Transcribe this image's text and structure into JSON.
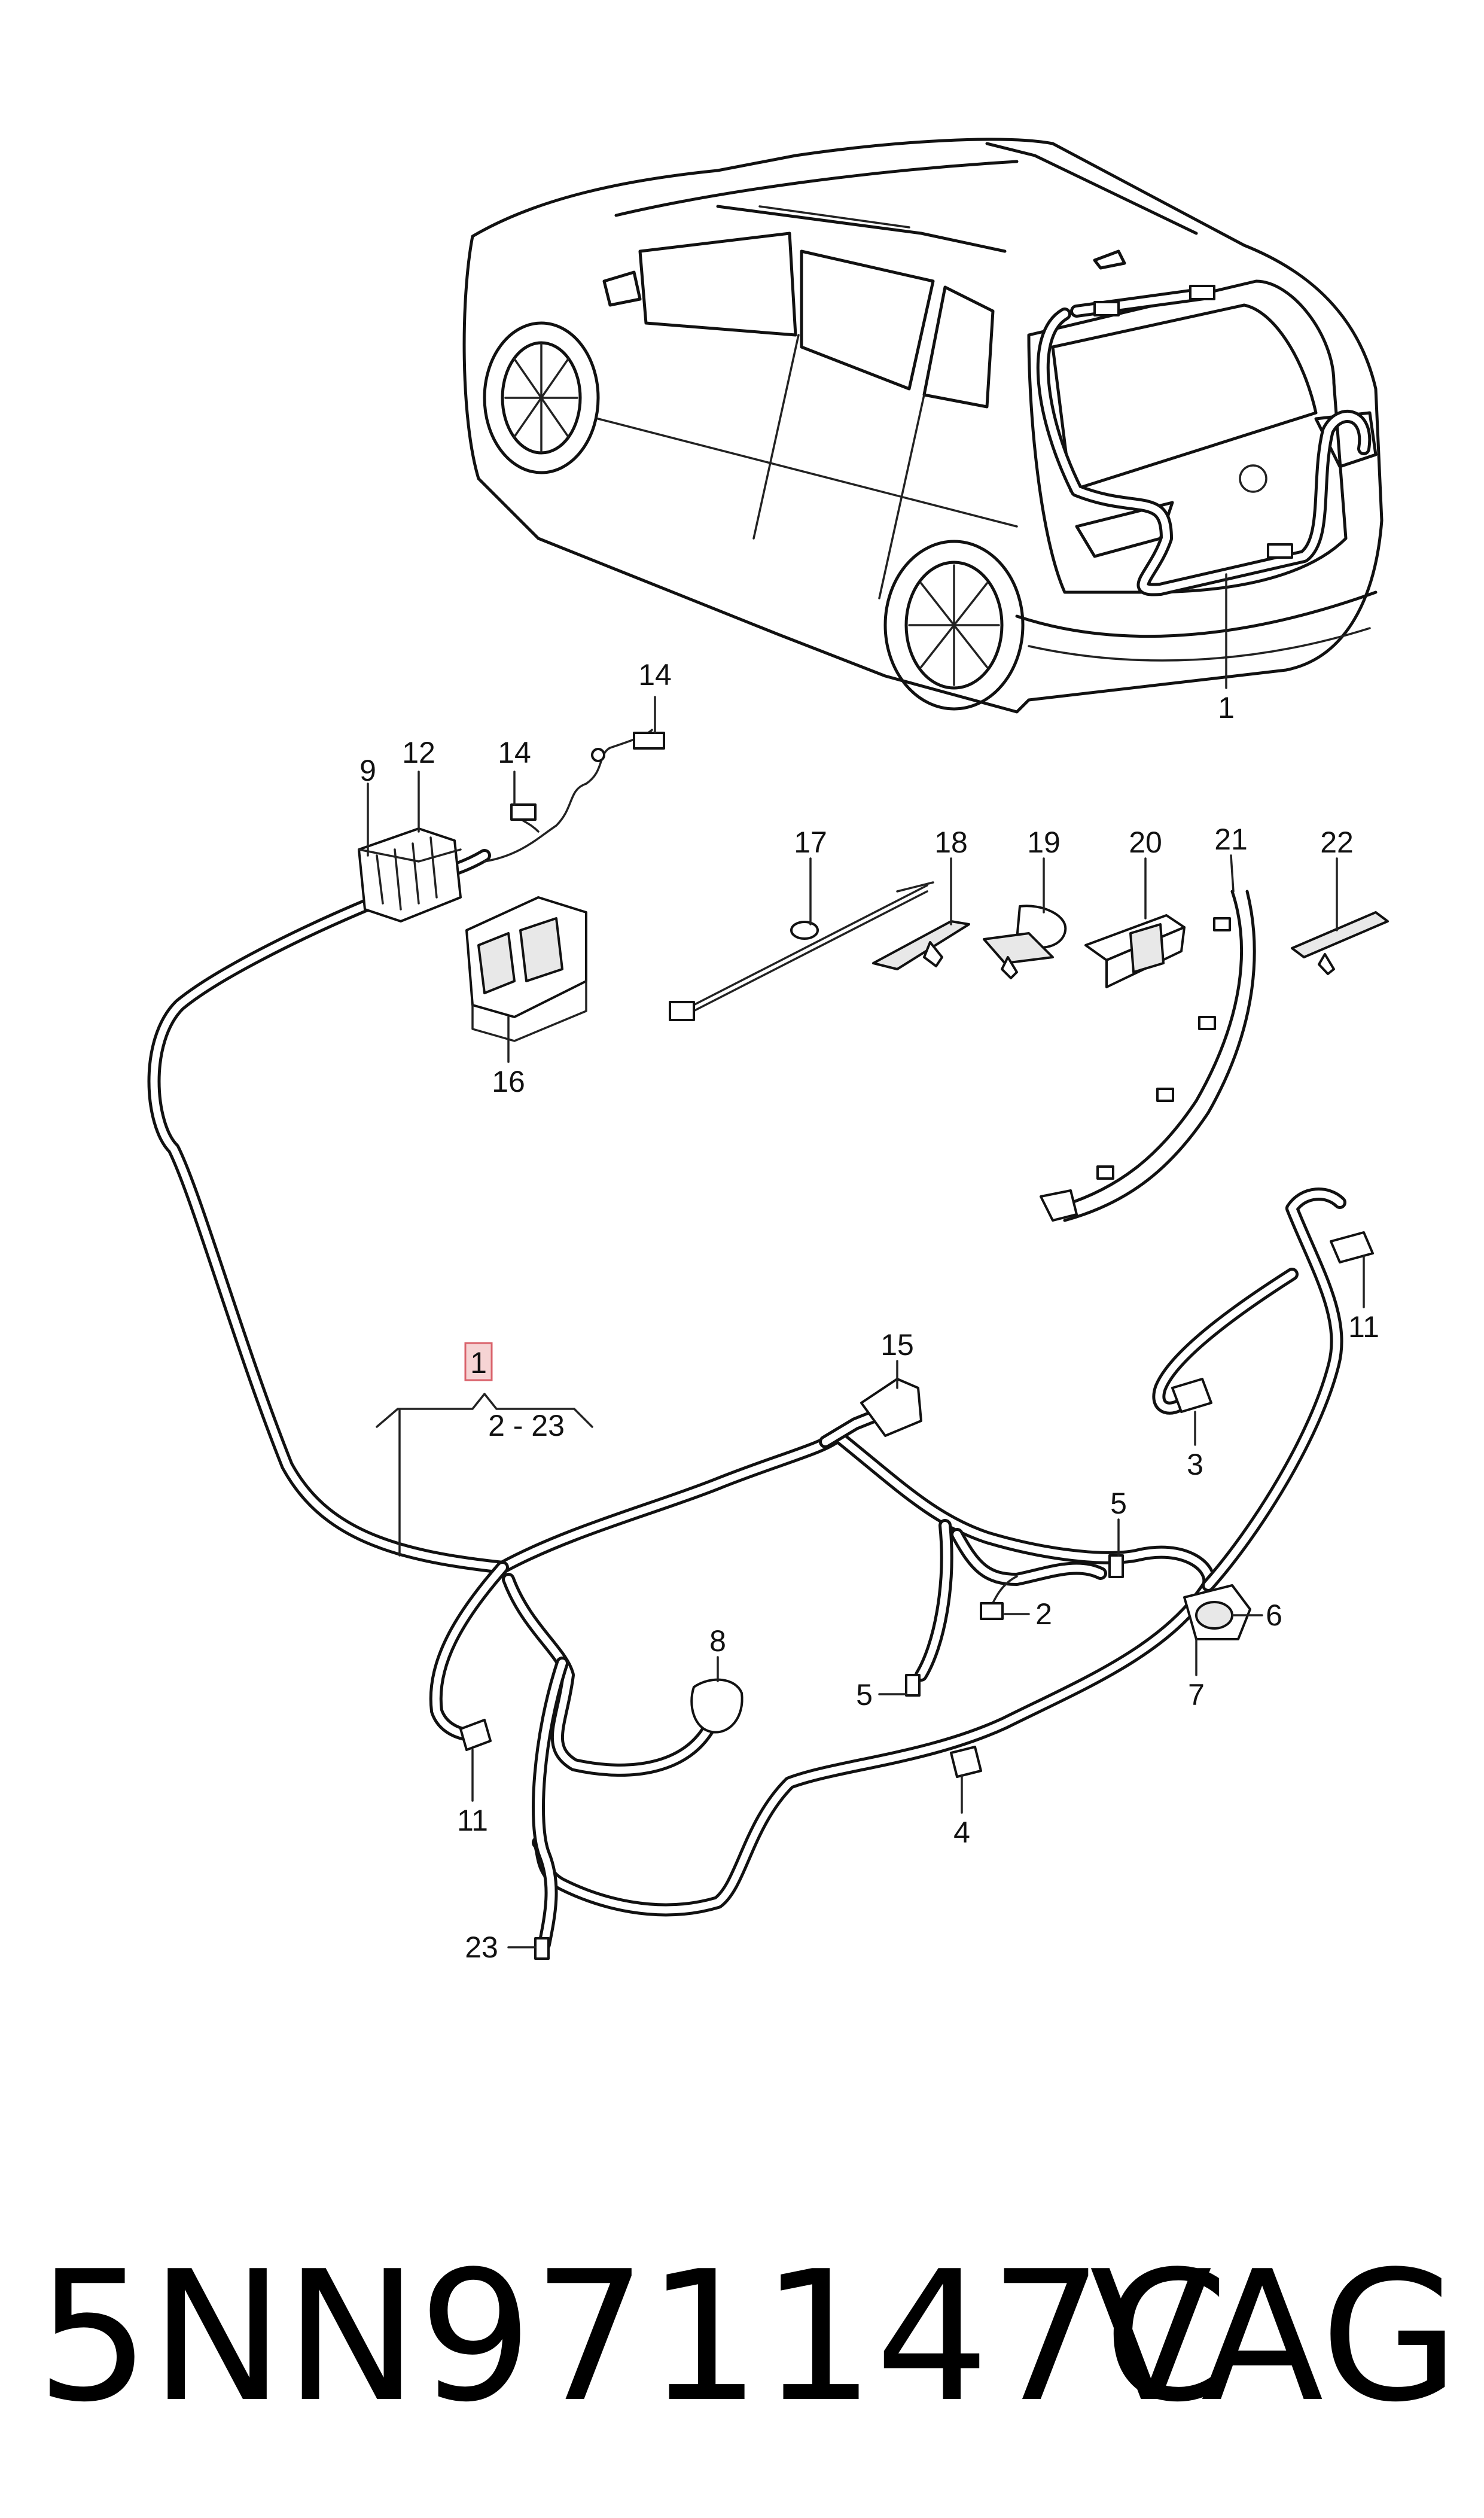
{
  "callouts": {
    "c1_car": "1",
    "c14a": "14",
    "c14b": "14",
    "c12": "12",
    "c9": "9",
    "c16": "16",
    "c17": "17",
    "c18": "18",
    "c19": "19",
    "c20": "20",
    "c21": "21",
    "c22": "22",
    "c11a": "11",
    "c3": "3",
    "c1_box": "1",
    "c_range": "2 - 23",
    "c15": "15",
    "c5a": "5",
    "c2": "2",
    "c6": "6",
    "c7": "7",
    "c8": "8",
    "c5b": "5",
    "c4": "4",
    "c11b": "11",
    "c23": "23"
  },
  "part_number": "5NN971147C",
  "brand": "VAG",
  "colors": {
    "line": "#111111",
    "highlight_fill": "#f6d4d4",
    "highlight_stroke": "#d9626b"
  }
}
